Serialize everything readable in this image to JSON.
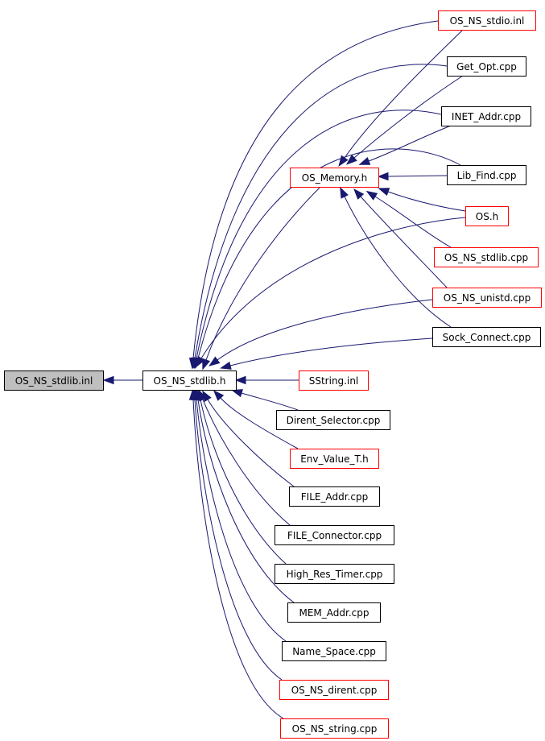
{
  "colors": {
    "edge": "#191970",
    "node_border_default": "#000000",
    "node_border_incomplete": "#ff0000",
    "node_fill": "#ffffff",
    "node_fill_focus": "#bfbfbf"
  },
  "nodes": [
    {
      "id": "n0",
      "label": "OS_NS_stdlib.inl",
      "style": "focus"
    },
    {
      "id": "n1",
      "label": "OS_NS_stdlib.h",
      "style": "default"
    },
    {
      "id": "n2",
      "label": "OS_NS_stdio.inl",
      "style": "incomplete"
    },
    {
      "id": "n3",
      "label": "Get_Opt.cpp",
      "style": "default"
    },
    {
      "id": "n4",
      "label": "INET_Addr.cpp",
      "style": "default"
    },
    {
      "id": "n5",
      "label": "OS_Memory.h",
      "style": "incomplete"
    },
    {
      "id": "n6",
      "label": "Lib_Find.cpp",
      "style": "default"
    },
    {
      "id": "n7",
      "label": "OS.h",
      "style": "incomplete"
    },
    {
      "id": "n8",
      "label": "OS_NS_stdlib.cpp",
      "style": "incomplete"
    },
    {
      "id": "n9",
      "label": "OS_NS_unistd.cpp",
      "style": "incomplete"
    },
    {
      "id": "n10",
      "label": "Sock_Connect.cpp",
      "style": "default"
    },
    {
      "id": "n11",
      "label": "SString.inl",
      "style": "incomplete"
    },
    {
      "id": "n12",
      "label": "Dirent_Selector.cpp",
      "style": "default"
    },
    {
      "id": "n13",
      "label": "Env_Value_T.h",
      "style": "incomplete"
    },
    {
      "id": "n14",
      "label": "FILE_Addr.cpp",
      "style": "default"
    },
    {
      "id": "n15",
      "label": "FILE_Connector.cpp",
      "style": "default"
    },
    {
      "id": "n16",
      "label": "High_Res_Timer.cpp",
      "style": "default"
    },
    {
      "id": "n17",
      "label": "MEM_Addr.cpp",
      "style": "default"
    },
    {
      "id": "n18",
      "label": "Name_Space.cpp",
      "style": "default"
    },
    {
      "id": "n19",
      "label": "OS_NS_dirent.cpp",
      "style": "incomplete"
    },
    {
      "id": "n20",
      "label": "OS_NS_string.cpp",
      "style": "incomplete"
    }
  ],
  "edges": [
    {
      "from": "n1",
      "to": "n0"
    },
    {
      "from": "n2",
      "to": "n1"
    },
    {
      "from": "n3",
      "to": "n1"
    },
    {
      "from": "n4",
      "to": "n1"
    },
    {
      "from": "n6",
      "to": "n1"
    },
    {
      "from": "n7",
      "to": "n1"
    },
    {
      "from": "n9",
      "to": "n1"
    },
    {
      "from": "n10",
      "to": "n1"
    },
    {
      "from": "n11",
      "to": "n1"
    },
    {
      "from": "n12",
      "to": "n1"
    },
    {
      "from": "n13",
      "to": "n1"
    },
    {
      "from": "n14",
      "to": "n1"
    },
    {
      "from": "n15",
      "to": "n1"
    },
    {
      "from": "n16",
      "to": "n1"
    },
    {
      "from": "n17",
      "to": "n1"
    },
    {
      "from": "n18",
      "to": "n1"
    },
    {
      "from": "n19",
      "to": "n1"
    },
    {
      "from": "n20",
      "to": "n1"
    },
    {
      "from": "n5",
      "to": "n1"
    },
    {
      "from": "n2",
      "to": "n5"
    },
    {
      "from": "n3",
      "to": "n5"
    },
    {
      "from": "n4",
      "to": "n5"
    },
    {
      "from": "n6",
      "to": "n5"
    },
    {
      "from": "n7",
      "to": "n5"
    },
    {
      "from": "n8",
      "to": "n5"
    },
    {
      "from": "n9",
      "to": "n5"
    },
    {
      "from": "n10",
      "to": "n5"
    }
  ]
}
